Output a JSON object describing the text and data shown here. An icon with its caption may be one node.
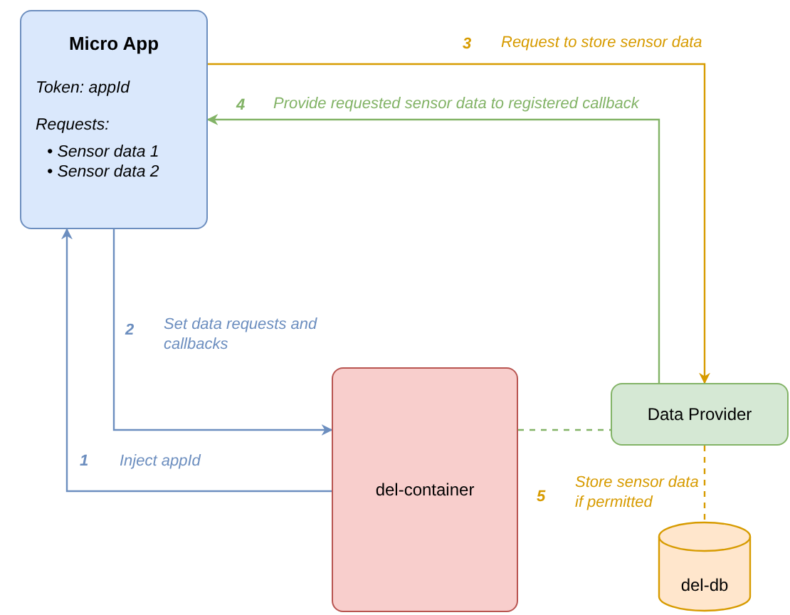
{
  "diagram": {
    "nodes": [
      {
        "text": [
          "Micro App",
          "Token: appId",
          "Requests:",
          "• Sensor data 1",
          "• Sensor data 2"
        ]
      },
      {
        "text": [
          "del-container"
        ]
      },
      {
        "text": [
          "Data Provider"
        ]
      },
      {
        "text": [
          "del-db"
        ]
      }
    ],
    "edges": [
      {
        "from": 1,
        "to": 0,
        "arrow": "to",
        "label": "Inject appId",
        "color": "#6c8ebf"
      },
      {
        "from": 0,
        "to": 1,
        "arrow": "to",
        "label": "Set data requests and callbacks",
        "color": "#6c8ebf"
      },
      {
        "from": 0,
        "to": 2,
        "arrow": "to",
        "label": "Request to store sensor data",
        "color": "#d79b00"
      },
      {
        "from": 2,
        "to": 0,
        "arrow": "to",
        "label": "Provide requested sensor data to registered callback",
        "color": "#82b366"
      },
      {
        "from": 1,
        "to": 2,
        "arrow": "none",
        "style": "dashed",
        "color": "#82b366"
      },
      {
        "from": 2,
        "to": 3,
        "arrow": "none",
        "label": "Store sensor data if permitted",
        "style": "dashed",
        "color": "#d79b00"
      }
    ],
    "labels": [
      "3",
      "4",
      "2",
      "1",
      "5"
    ]
  }
}
